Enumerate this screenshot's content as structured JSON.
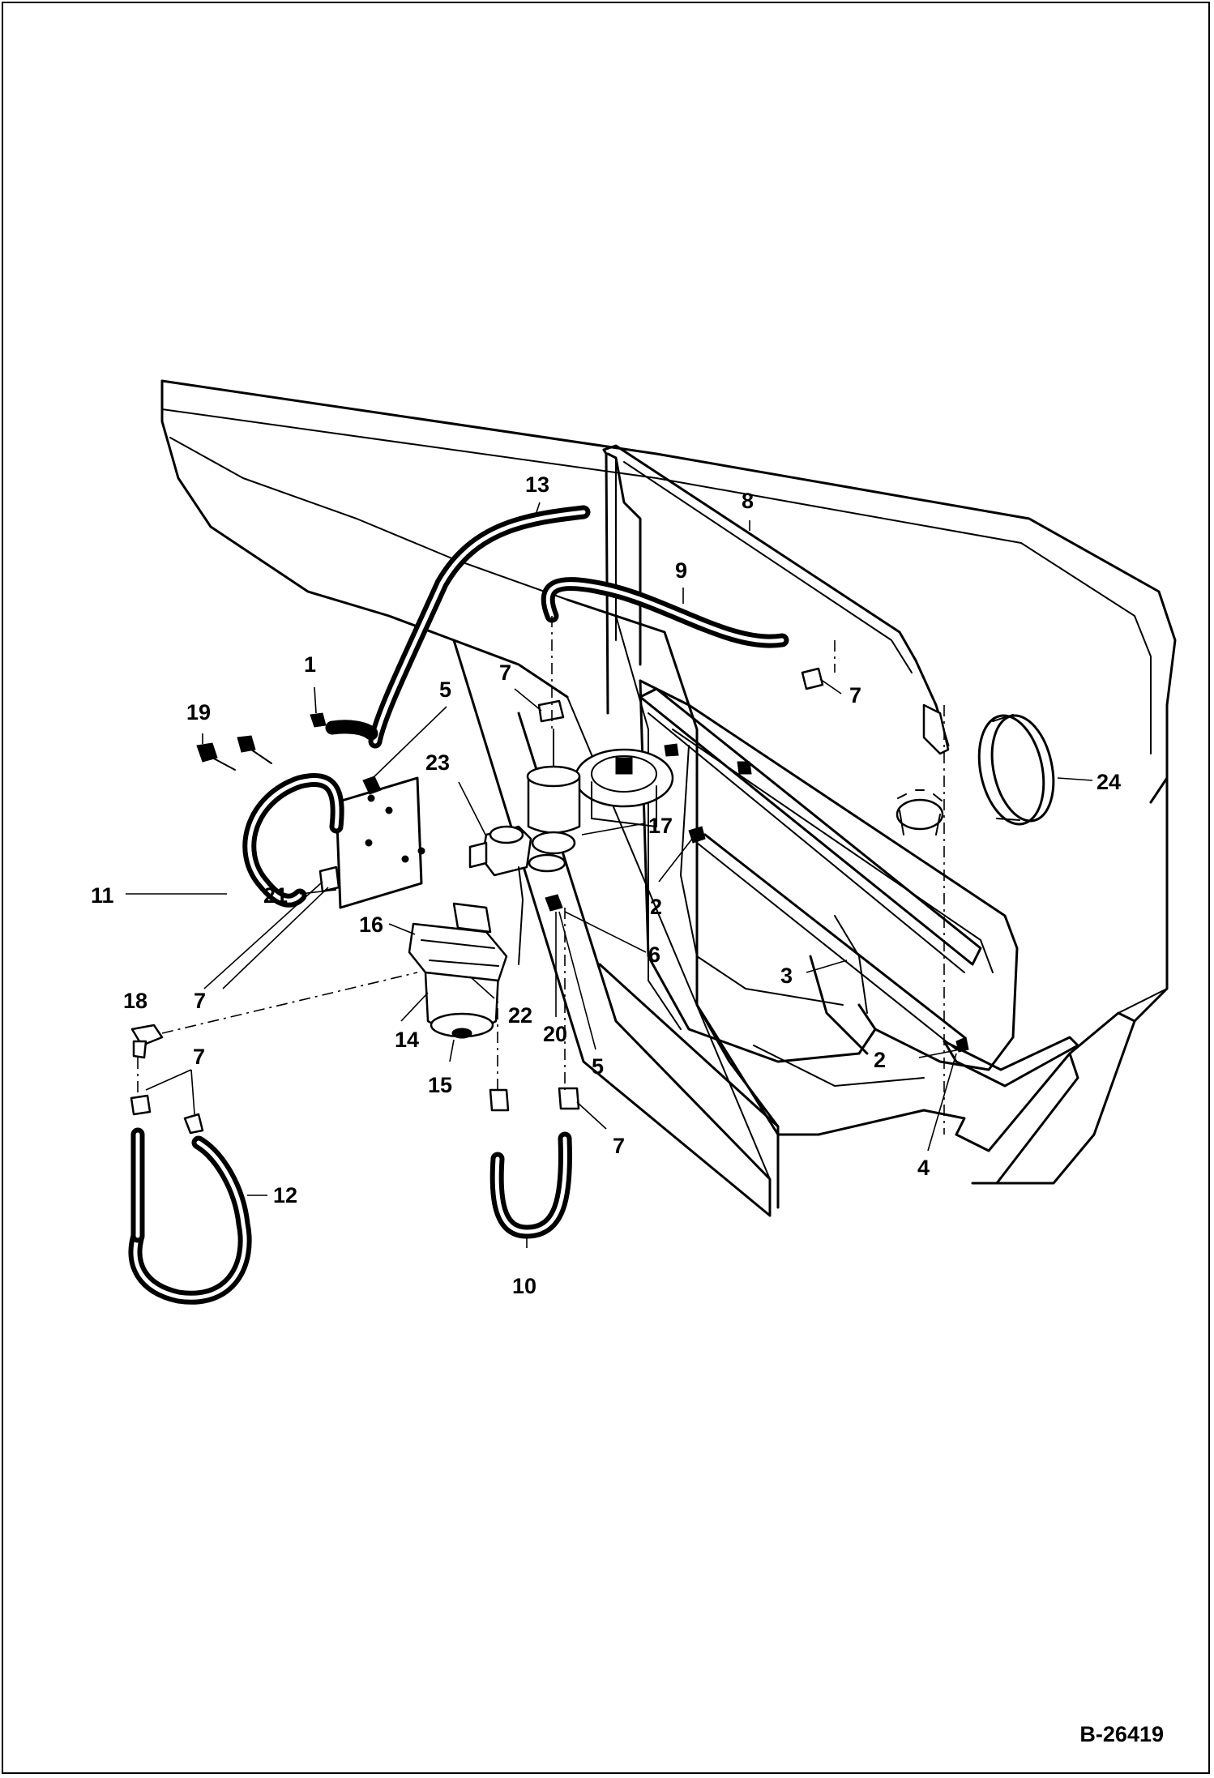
{
  "document_number": "B-26419",
  "callouts": [
    {
      "id": "c1",
      "text": "1"
    },
    {
      "id": "c19",
      "text": "19"
    },
    {
      "id": "c13",
      "text": "13"
    },
    {
      "id": "c8",
      "text": "8"
    },
    {
      "id": "c9",
      "text": "9"
    },
    {
      "id": "c5a",
      "text": "5"
    },
    {
      "id": "c7a",
      "text": "7"
    },
    {
      "id": "c7b",
      "text": "7"
    },
    {
      "id": "c23",
      "text": "23"
    },
    {
      "id": "c17",
      "text": "17"
    },
    {
      "id": "c24",
      "text": "24"
    },
    {
      "id": "c11",
      "text": "11"
    },
    {
      "id": "c21",
      "text": "21"
    },
    {
      "id": "c2a",
      "text": "2"
    },
    {
      "id": "c6",
      "text": "6"
    },
    {
      "id": "c16",
      "text": "16"
    },
    {
      "id": "c3",
      "text": "3"
    },
    {
      "id": "c7c",
      "text": "7"
    },
    {
      "id": "c18",
      "text": "18"
    },
    {
      "id": "c22",
      "text": "22"
    },
    {
      "id": "c14",
      "text": "14"
    },
    {
      "id": "c20",
      "text": "20"
    },
    {
      "id": "c2b",
      "text": "2"
    },
    {
      "id": "c7d",
      "text": "7"
    },
    {
      "id": "c5b",
      "text": "5"
    },
    {
      "id": "c15",
      "text": "15"
    },
    {
      "id": "c4",
      "text": "4"
    },
    {
      "id": "c7e",
      "text": "7"
    },
    {
      "id": "c12",
      "text": "12"
    },
    {
      "id": "c10",
      "text": "10"
    }
  ]
}
